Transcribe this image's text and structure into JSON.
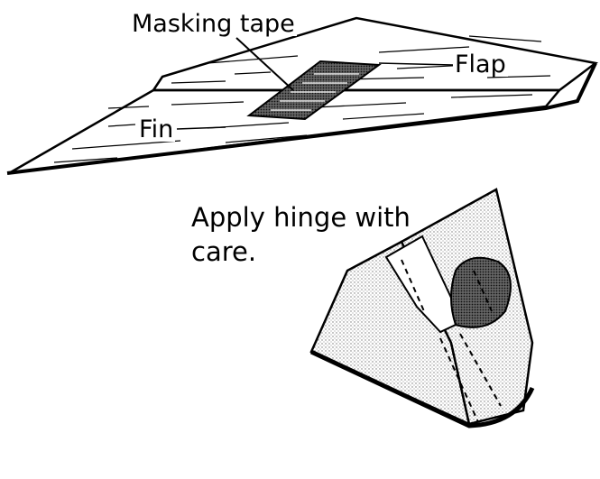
{
  "labels": {
    "masking_tape": "Masking tape",
    "flap": "Flap",
    "fin": "Fin",
    "hinge_note": "Apply hinge with\ncare."
  },
  "colors": {
    "ink": "#000000",
    "paper": "#ffffff",
    "stipple": "#c9c9c9",
    "tape": "#2b2b2b"
  }
}
